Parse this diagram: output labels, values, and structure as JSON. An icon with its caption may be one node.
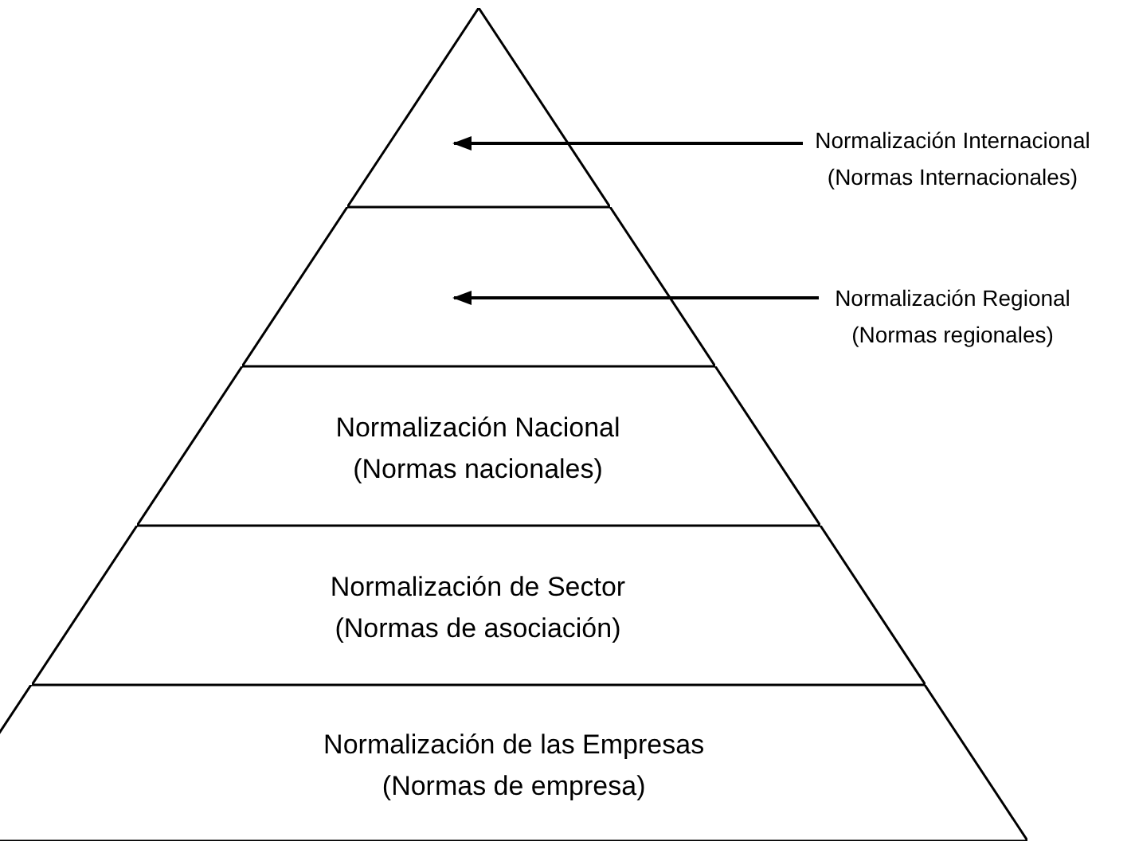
{
  "diagram": {
    "nodes": [
      {
        "text": [],
        "shape": "triangle"
      },
      {
        "text": [],
        "shape": "trapezoid"
      },
      {
        "text": [
          "Normalización Nacional (Normas nacionales)"
        ]
      },
      {
        "text": [
          "Normalización de Sector (Normas de asociación)"
        ]
      },
      {
        "text": [
          "Normalización de las Empresas (Normas de empresa)"
        ]
      },
      {
        "text": [
          "Normalización Internacional (Normas Internacionales)"
        ]
      },
      {
        "text": [
          "Normalización Regional (Normas regionales)"
        ]
      }
    ],
    "edges": [
      {
        "from": 5,
        "to": 0,
        "arrow": "to"
      },
      {
        "from": 6,
        "to": 1,
        "arrow": "to"
      }
    ]
  }
}
